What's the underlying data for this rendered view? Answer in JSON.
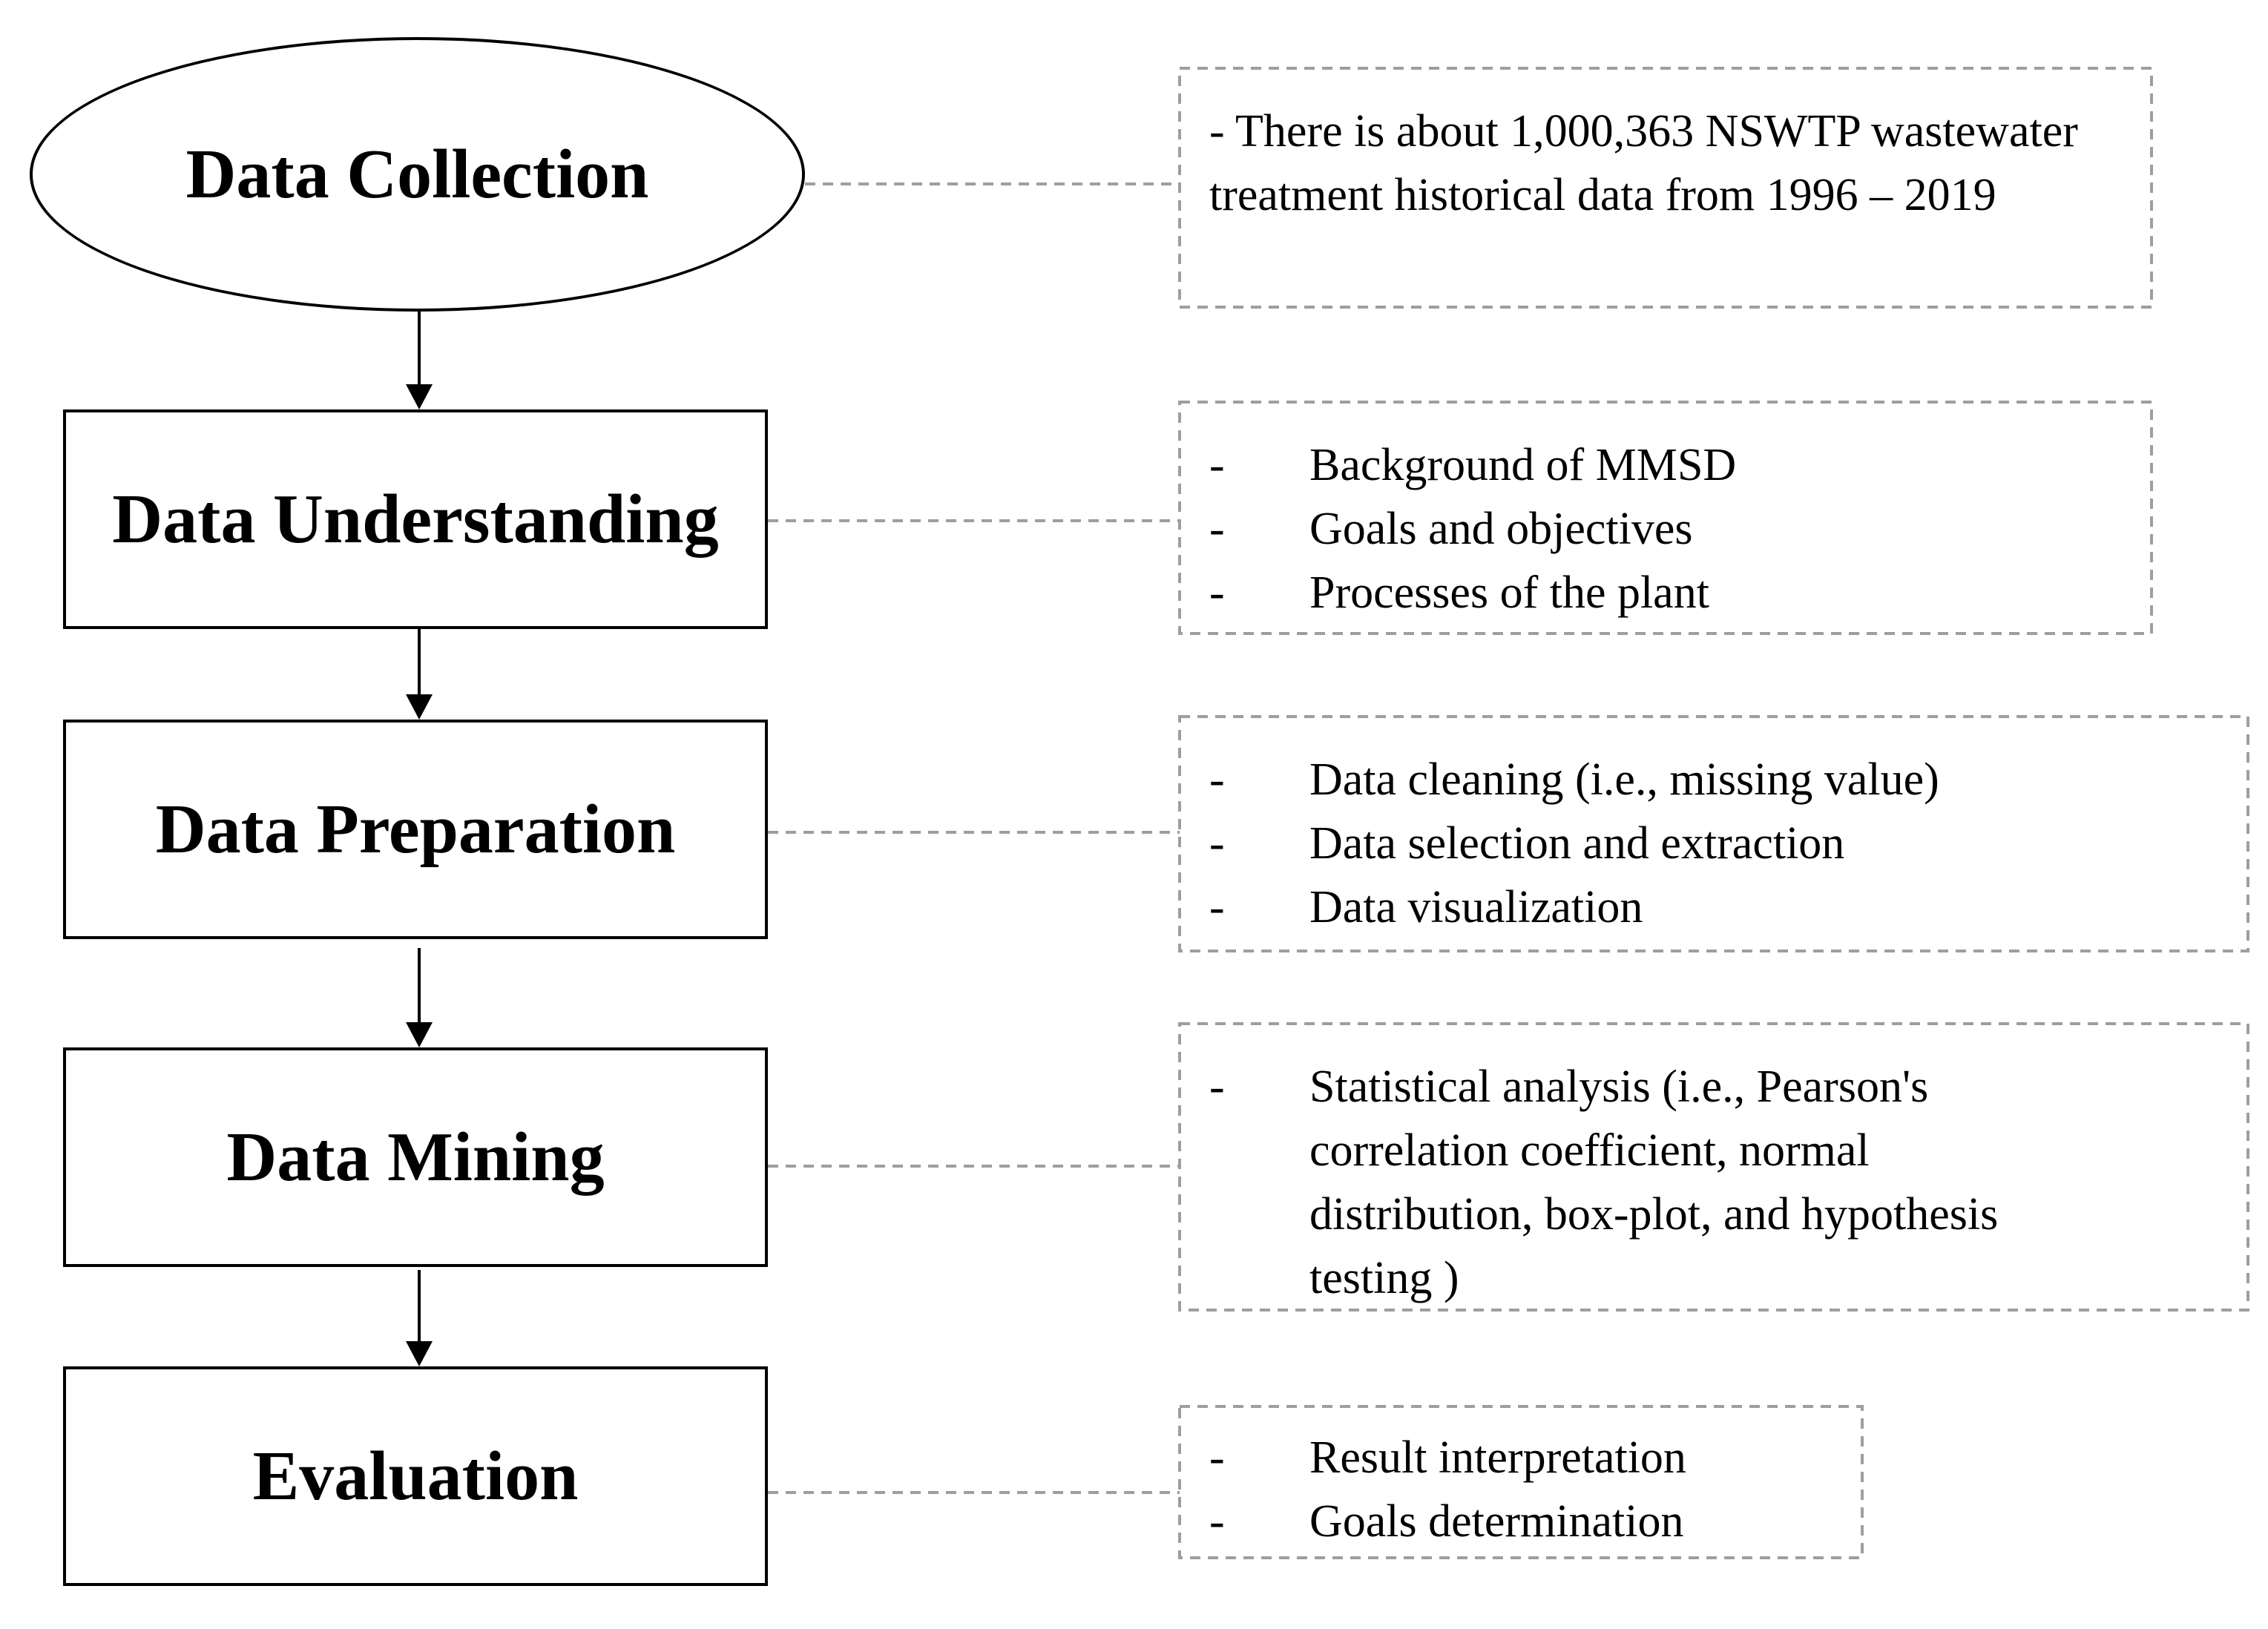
{
  "stages": [
    {
      "id": "collection",
      "label": "Data Collection",
      "shape": "ellipse"
    },
    {
      "id": "understanding",
      "label": "Data Understanding",
      "shape": "box"
    },
    {
      "id": "preparation",
      "label": "Data Preparation",
      "shape": "box"
    },
    {
      "id": "mining",
      "label": "Data Mining",
      "shape": "box"
    },
    {
      "id": "evaluation",
      "label": "Evaluation",
      "shape": "box"
    }
  ],
  "notes": {
    "collection": {
      "text": "- There is about 1,000,363 NSWTP wastewater treatment historical data from 1996 – 2019"
    },
    "understanding": {
      "dash": "-",
      "items": [
        "Background of MMSD",
        "Goals and objectives",
        "Processes of the plant"
      ]
    },
    "preparation": {
      "dash": "-",
      "items": [
        "Data cleaning (i.e., missing value)",
        "Data selection and extraction",
        "Data visualization"
      ]
    },
    "mining": {
      "dash": "-",
      "items": [
        "Statistical analysis (i.e., Pearson's correlation coefficient, normal distribution, box-plot, and hypothesis testing )"
      ]
    },
    "evaluation": {
      "dash": "-",
      "items": [
        "Result interpretation",
        "Goals determination"
      ]
    }
  },
  "colors": {
    "stroke": "#000000",
    "dashed_stroke": "#9e9e9e",
    "background": "#ffffff"
  }
}
